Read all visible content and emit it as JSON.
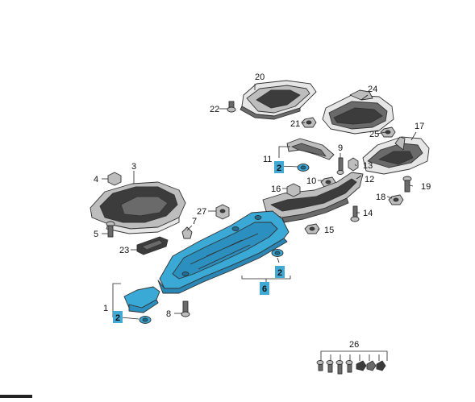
{
  "callouts": {
    "c1": "1",
    "c2a": "2",
    "c2b": "2",
    "c2c": "2",
    "c3": "3",
    "c4": "4",
    "c5": "5",
    "c6": "6",
    "c7": "7",
    "c8": "8",
    "c9": "9",
    "c10": "10",
    "c11": "11",
    "c12": "12",
    "c13": "13",
    "c14": "14",
    "c15": "15",
    "c16": "16",
    "c17": "17",
    "c18": "18",
    "c19": "19",
    "c20": "20",
    "c21": "21",
    "c22": "22",
    "c23": "23",
    "c24": "24",
    "c25": "25",
    "c26": "26",
    "c27": "27"
  },
  "colors": {
    "highlight": "#42a9d4",
    "highlighted_part": "#3aa9d6",
    "part_dark": "#3c3c3c",
    "part_light": "#bdbdbd"
  }
}
